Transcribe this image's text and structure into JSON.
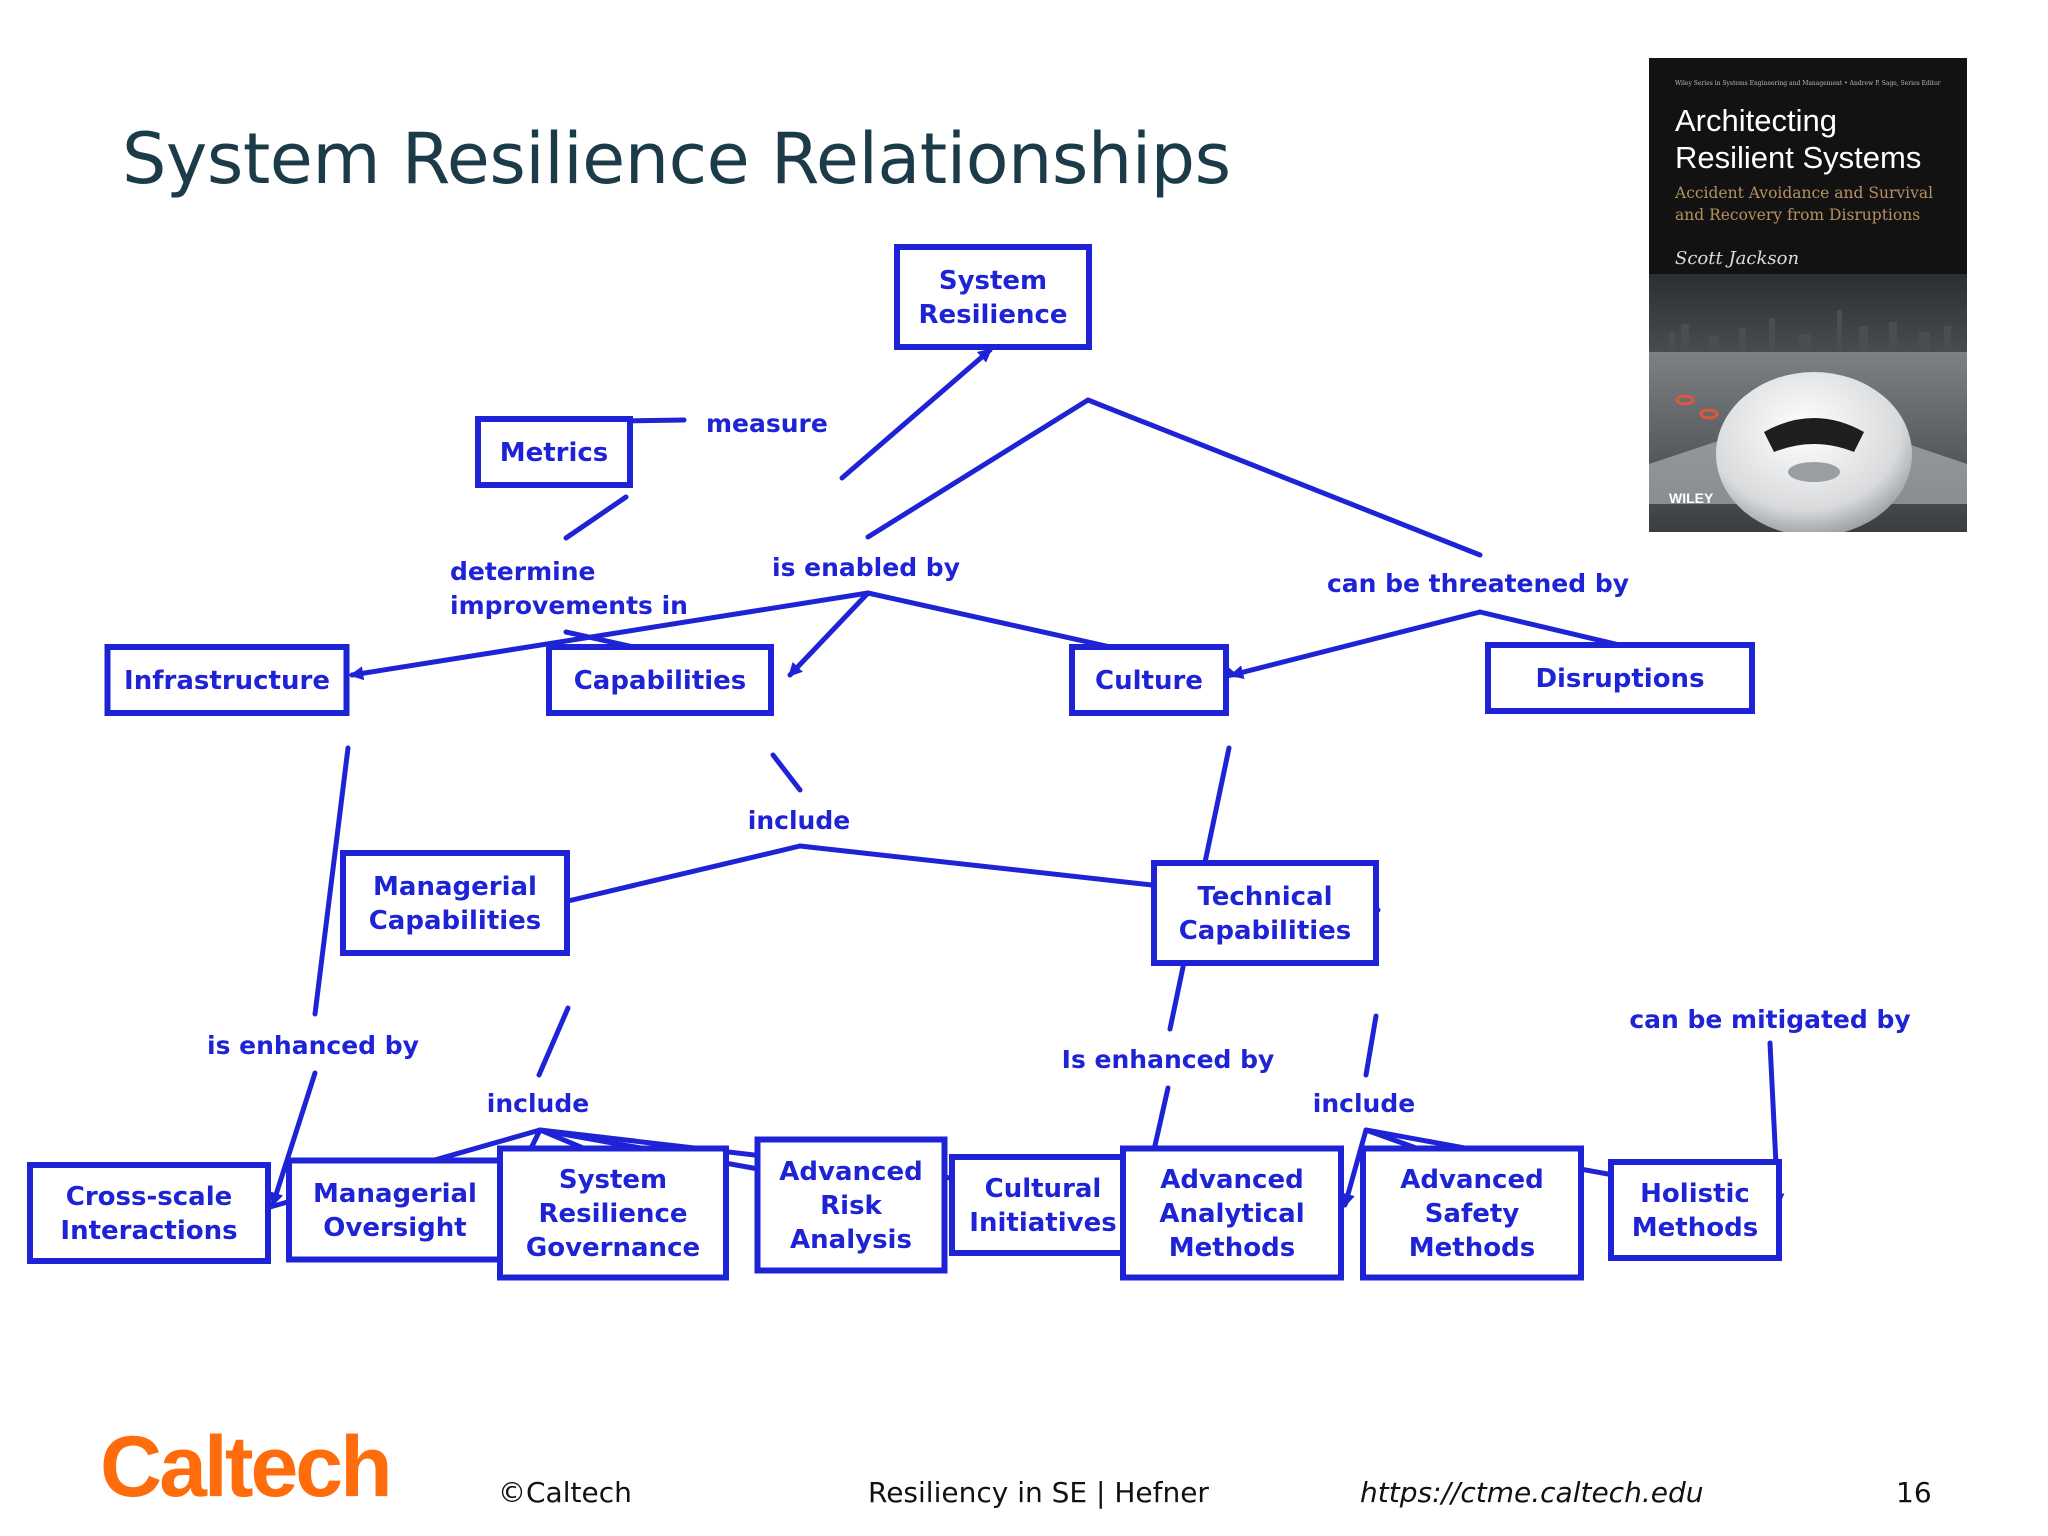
{
  "title": "System Resilience Relationships",
  "colors": {
    "diagram": "#1f23d6",
    "box_fill": "#ffffff",
    "title": "#1c3b48",
    "brand": "#ff6c0c"
  },
  "nodes": {
    "system_resilience": [
      "System",
      "Resilience"
    ],
    "metrics": [
      "Metrics"
    ],
    "infrastructure": [
      "Infrastructure"
    ],
    "capabilities": [
      "Capabilities"
    ],
    "culture": [
      "Culture"
    ],
    "disruptions": [
      "Disruptions"
    ],
    "managerial_capabilities": [
      "Managerial",
      "Capabilities"
    ],
    "technical_capabilities": [
      "Technical",
      "Capabilities"
    ],
    "cross_scale": [
      "Cross-scale",
      "Interactions"
    ],
    "managerial_oversight": [
      "Managerial",
      "Oversight"
    ],
    "sr_governance": [
      "System",
      "Resilience",
      "Governance"
    ],
    "advanced_risk": [
      "Advanced",
      "Risk",
      "Analysis"
    ],
    "cultural_initiatives": [
      "Cultural",
      "Initiatives"
    ],
    "advanced_analytical": [
      "Advanced",
      "Analytical",
      "Methods"
    ],
    "advanced_safety": [
      "Advanced",
      "Safety",
      "Methods"
    ],
    "holistic": [
      "Holistic",
      "Methods"
    ]
  },
  "edge_labels": {
    "measure": [
      "measure"
    ],
    "determine": [
      "determine",
      "improvements in"
    ],
    "enabled": [
      "is enabled by"
    ],
    "threatened": [
      "can be threatened by"
    ],
    "include_caps": [
      "include"
    ],
    "enhanced_infra": [
      "is enhanced by"
    ],
    "include_mgr": [
      "include"
    ],
    "enhanced_culture": [
      "Is enhanced by"
    ],
    "include_tech": [
      "include"
    ],
    "mitigated": [
      "can be mitigated by"
    ]
  },
  "book": {
    "series": "Wiley Series in Systems Engineering and Management • Andrew P. Sage, Series Editor",
    "title": "Architecting\nResilient Systems",
    "subtitle": "Accident Avoidance and Survival\nand Recovery from Disruptions",
    "author": "Scott Jackson",
    "publisher": "WILEY"
  },
  "footer": {
    "logo": "Caltech",
    "copyright": "©Caltech",
    "course": "Resiliency in SE | Hefner",
    "url": "https://ctme.caltech.edu",
    "page": "16"
  }
}
